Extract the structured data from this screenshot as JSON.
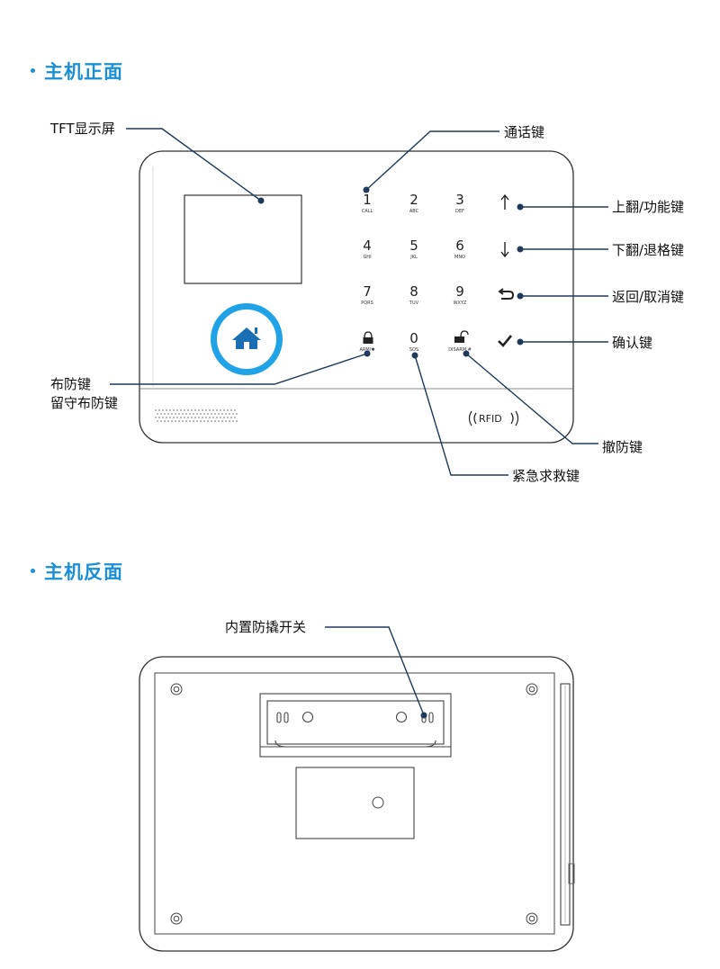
{
  "front": {
    "title": "主机正面",
    "labels": {
      "tft": "TFT显示屏",
      "call": "通话键",
      "up": "上翻/功能键",
      "down": "下翻/退格键",
      "back": "返回/取消键",
      "ok": "确认键",
      "arm1": "布防键",
      "arm2": "留守布防键",
      "disarm": "撤防键",
      "sos": "紧急求救键"
    },
    "keys": [
      {
        "num": "1",
        "sub": "CALL"
      },
      {
        "num": "2",
        "sub": "ABC"
      },
      {
        "num": "3",
        "sub": "DEF"
      },
      {
        "num": "4",
        "sub": "GHI"
      },
      {
        "num": "5",
        "sub": "JKL"
      },
      {
        "num": "6",
        "sub": "MNO"
      },
      {
        "num": "7",
        "sub": "PQRS"
      },
      {
        "num": "8",
        "sub": "TUV"
      },
      {
        "num": "9",
        "sub": "WXYZ"
      },
      {
        "num": "",
        "sub": "ARM/✱"
      },
      {
        "num": "0",
        "sub": "SOS"
      },
      {
        "num": "",
        "sub": "DISARM #"
      }
    ],
    "rfid": "RFID",
    "accent_color": "#1a8fd6"
  },
  "back": {
    "title": "主机反面",
    "tamper_label": "内置防撬开关"
  }
}
